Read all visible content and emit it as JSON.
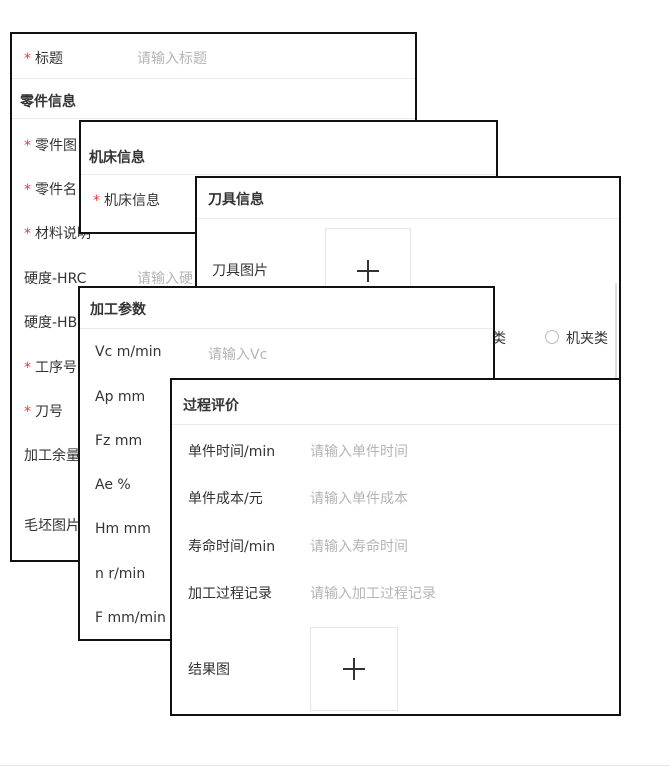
{
  "part_panel": {
    "title_label": "标题",
    "title_placeholder": "请输入标题",
    "section": "零件信息",
    "part_image_label": "零件图",
    "part_name_label": "零件名",
    "material_label": "材料说明",
    "hardness_hrc_label": "硬度-HRC",
    "hardness_hrc_placeholder": "请输入硬",
    "hardness_hb_label": "硬度-HB",
    "process_no_label": "工序号",
    "tool_no_label": "刀号",
    "allowance_label": "加工余量",
    "blank_image_label": "毛坯图片"
  },
  "machine_panel": {
    "section": "机床信息",
    "machine_label": "机床信息"
  },
  "tool_panel": {
    "section": "刀具信息",
    "tool_image_label": "刀具图片",
    "radio_partial_label": "类",
    "radio_clamp_label": "机夹类"
  },
  "params_panel": {
    "section": "加工参数",
    "vc_label": "Vc m/min",
    "vc_placeholder": "请输入Vc",
    "ap_label": "Ap mm",
    "fz_label": "Fz mm",
    "ae_label": "Ae %",
    "hm_label": "Hm mm",
    "n_label": "n r/min",
    "f_label": "F mm/min"
  },
  "eval_panel": {
    "section": "过程评价",
    "unit_time_label": "单件时间/min",
    "unit_time_placeholder": "请输入单件时间",
    "unit_cost_label": "单件成本/元",
    "unit_cost_placeholder": "请输入单件成本",
    "life_time_label": "寿命时间/min",
    "life_time_placeholder": "请输入寿命时间",
    "record_label": "加工过程记录",
    "record_placeholder": "请输入加工过程记录",
    "result_image_label": "结果图"
  }
}
